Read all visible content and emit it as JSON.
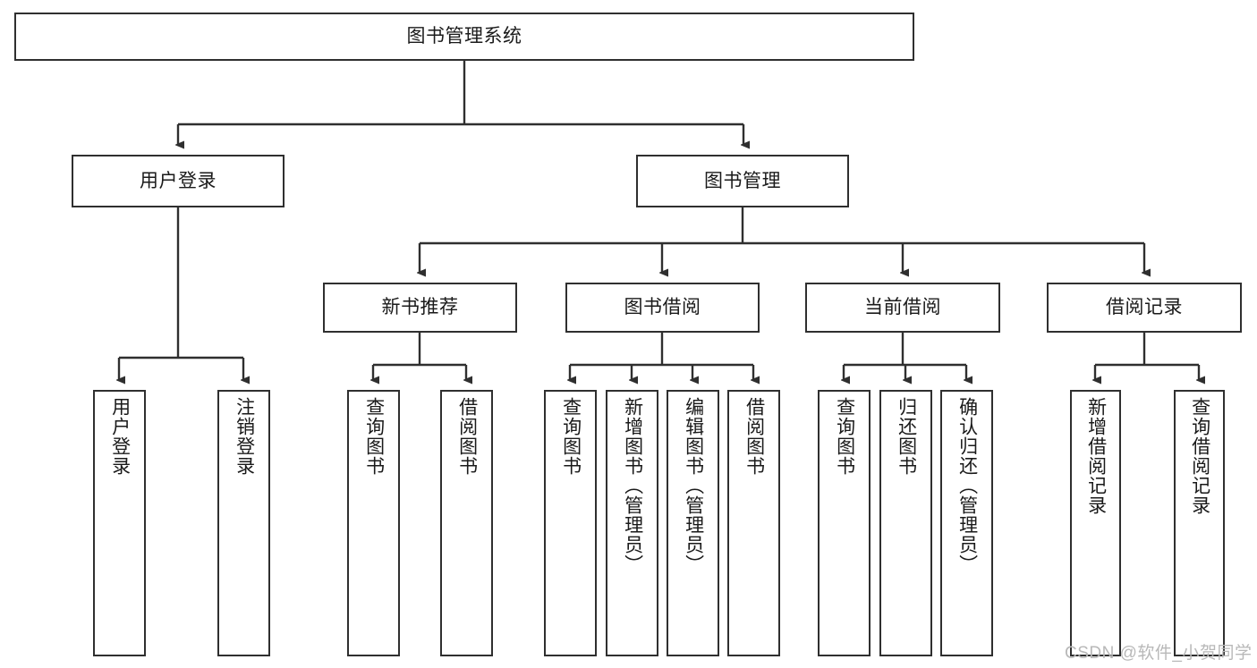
{
  "diagram": {
    "title": "图书管理系统",
    "type": "tree-hierarchy-chart",
    "root": {
      "label": "图书管理系统"
    },
    "level2": [
      {
        "label": "用户登录"
      },
      {
        "label": "图书管理"
      }
    ],
    "level3": [
      {
        "label": "新书推荐"
      },
      {
        "label": "图书借阅"
      },
      {
        "label": "当前借阅"
      },
      {
        "label": "借阅记录"
      }
    ],
    "leaves": {
      "user_login": [
        {
          "label": "用户登录"
        },
        {
          "label": "注销登录"
        }
      ],
      "new_book_recommend": [
        {
          "label": "查询图书"
        },
        {
          "label": "借阅图书"
        }
      ],
      "book_borrow": [
        {
          "label": "查询图书"
        },
        {
          "label": "新增图书（管理员）"
        },
        {
          "label": "编辑图书（管理员）"
        },
        {
          "label": "借阅图书"
        }
      ],
      "current_borrow": [
        {
          "label": "查询图书"
        },
        {
          "label": "归还图书"
        },
        {
          "label": "确认归还（管理员）"
        }
      ],
      "borrow_record": [
        {
          "label": "新增借阅记录"
        },
        {
          "label": "查询借阅记录"
        }
      ]
    }
  },
  "watermark": {
    "text": "CSDN @软件_小贺同学"
  },
  "colors": {
    "border": "#2f2f2f",
    "background": "#ffffff",
    "text": "#1a1a1a",
    "watermark": "#b8b8b8"
  }
}
